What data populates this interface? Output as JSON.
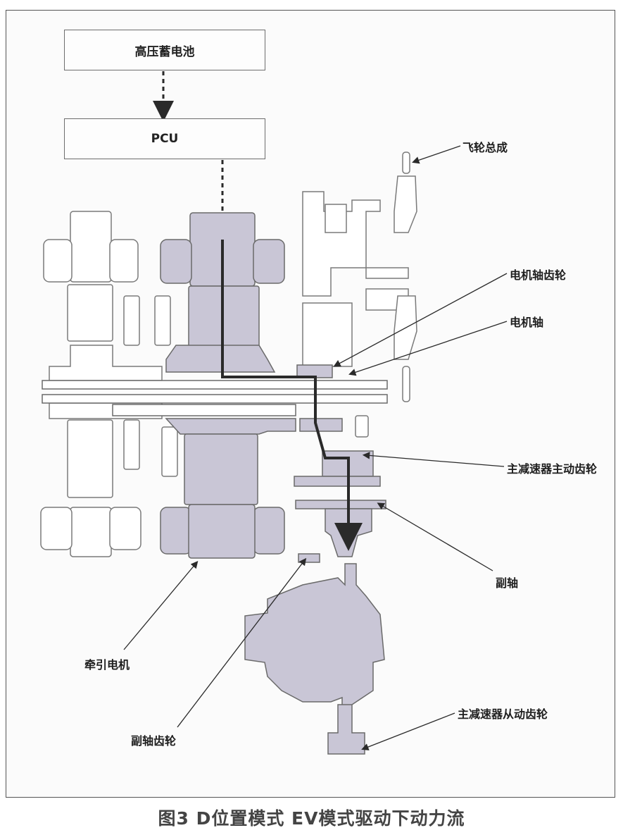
{
  "boxes": {
    "battery": "高压蓄电池",
    "pcu": "PCU"
  },
  "labels": {
    "flywheel": "飞轮总成",
    "motor_shaft_gear": "电机轴齿轮",
    "motor_shaft": "电机轴",
    "final_drive_gear": "主减速器主动齿轮",
    "countershaft": "副轴",
    "traction_motor": "牵引电机",
    "countershaft_gear": "副轴齿轮",
    "final_driven_gear": "主减速器从动齿轮"
  },
  "caption": "图3 D位置模式 EV模式驱动下动力流",
  "colors": {
    "part_fill": "#c9c6d6",
    "part_stroke": "#6a6a6a",
    "outline_fill": "#ffffff",
    "flow_line": "#2a2a2a"
  }
}
